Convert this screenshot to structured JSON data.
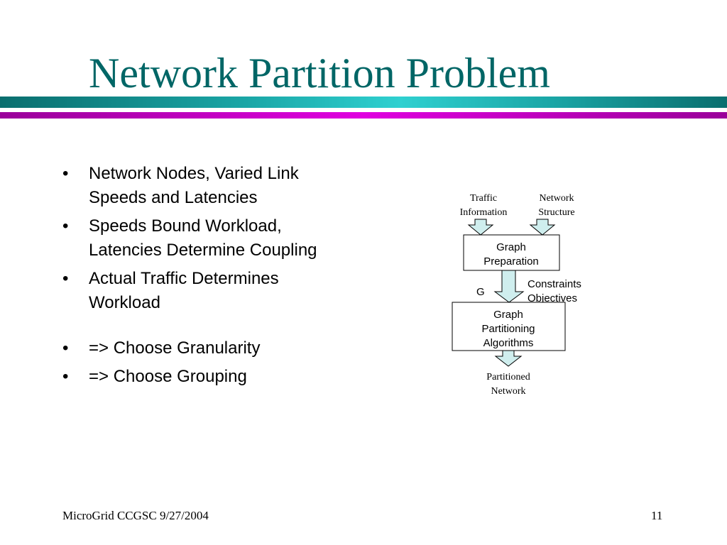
{
  "slide": {
    "title": "Network Partition Problem",
    "bullets": [
      {
        "text": "Network Nodes, Varied Link Speeds and Latencies"
      },
      {
        "text": "Speeds Bound Workload, Latencies Determine Coupling"
      },
      {
        "text": "Actual Traffic Determines Workload"
      },
      {
        "text": "=> Choose Granularity"
      },
      {
        "text": "=> Choose Grouping"
      }
    ],
    "bullet_symbol": "•",
    "diagram": {
      "traffic_info": [
        "Traffic",
        "Information"
      ],
      "network_structure": [
        "Network",
        "Structure"
      ],
      "graph_preparation": [
        "Graph",
        "Preparation"
      ],
      "g_label": "G",
      "constraints": [
        "Constraints",
        "Objectives"
      ],
      "graph_partitioning": [
        "Graph",
        "Partitioning",
        "Algorithms"
      ],
      "partitioned_network": [
        "Partitioned",
        "Network"
      ],
      "arrow_fill": "#cfeeee"
    },
    "footer": {
      "left": "MicroGrid CCGSC 9/27/2004",
      "page_number": "11"
    },
    "colors": {
      "title": "#006666",
      "teal_bar": "#1ba8a8",
      "magenta_bar": "#e000e0"
    }
  }
}
